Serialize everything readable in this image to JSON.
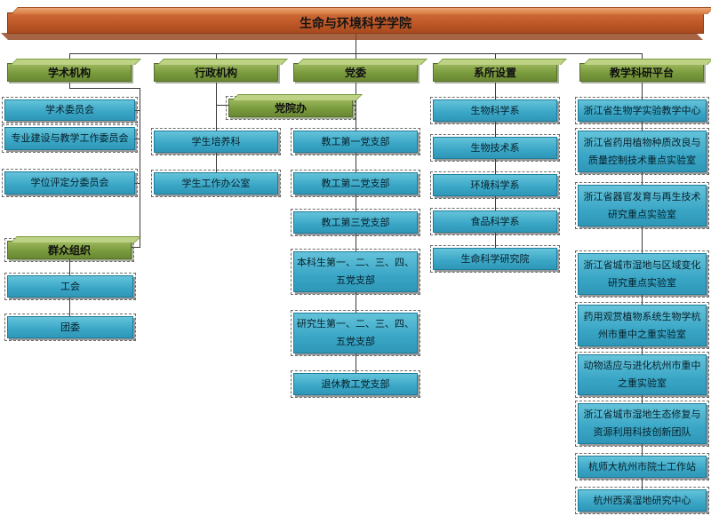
{
  "root": {
    "label": "生命与环境科学学院"
  },
  "branches": {
    "academic": {
      "label": "学术机构",
      "children": [
        "学术委员会",
        "专业建设与教学工作委员会",
        "学位评定分委员会"
      ]
    },
    "mass": {
      "label": "群众组织",
      "children": [
        "工会",
        "团委"
      ]
    },
    "admin": {
      "label": "行政机构",
      "children": [
        "学生培养科",
        "学生工作办公室"
      ]
    },
    "party_admin_office": {
      "label": "党院办"
    },
    "party": {
      "label": "党委",
      "children": [
        "教工第一党支部",
        "教工第二党支部",
        "教工第三党支部",
        "本科生第一、二、三、四、五党支部",
        "研究生第一、二、三、四、五党支部",
        "退休教工党支部"
      ]
    },
    "departments": {
      "label": "系所设置",
      "children": [
        "生物科学系",
        "生物技术系",
        "环境科学系",
        "食品科学系",
        "生命科学研究院"
      ]
    },
    "platforms": {
      "label": "教学科研平台",
      "children": [
        "浙江省生物学实验教学中心",
        "浙江省药用植物种质改良与质量控制技术重点实验室",
        "浙江省器官发育与再生技术研究重点实验室",
        "浙江省城市湿地与区域变化研究重点实验室",
        "药用观赏植物系统生物学杭州市重中之重实验室",
        "动物适应与进化杭州市重中之重实验室",
        "浙江省城市湿地生态修复与资源利用科技创新团队",
        "杭师大杭州市院士工作站",
        "杭州西溪湿地研究中心"
      ]
    }
  },
  "colors": {
    "root_box": "#bd5427",
    "branch_box": "#7e9c42",
    "leaf_box": "#3daccb",
    "connector": "#3a3a3a"
  }
}
